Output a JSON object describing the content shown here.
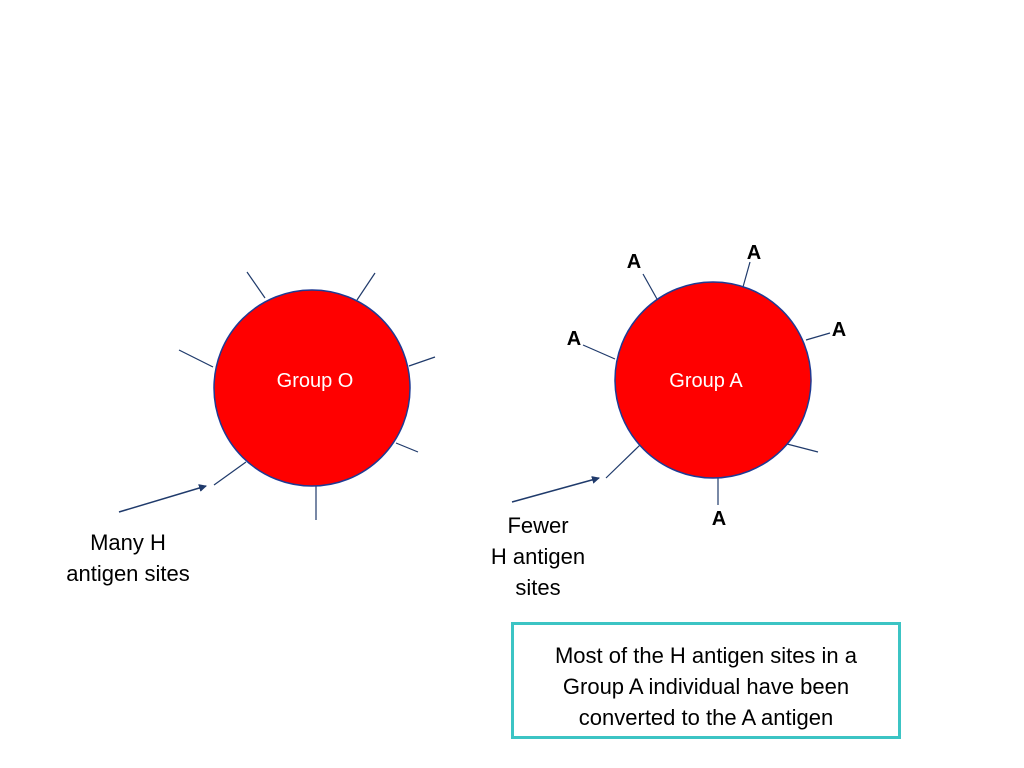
{
  "colors": {
    "cell_fill": "#ff0000",
    "cell_stroke": "#1f3a93",
    "site_line": "#1f3a6b",
    "note_border": "#3cc4c4"
  },
  "cells": [
    {
      "label": "Group O",
      "sites": "H antigen only"
    },
    {
      "label": "Group A",
      "antigen_labels": [
        "A",
        "A",
        "A",
        "A",
        "A"
      ]
    }
  ],
  "captions": {
    "many_h": [
      "Many H",
      "antigen sites"
    ],
    "fewer_h": [
      "Fewer",
      "H antigen",
      "sites"
    ]
  },
  "note": {
    "lines": [
      "Most of the H antigen sites in a",
      "Group A individual have been",
      "converted to the A antigen"
    ]
  }
}
